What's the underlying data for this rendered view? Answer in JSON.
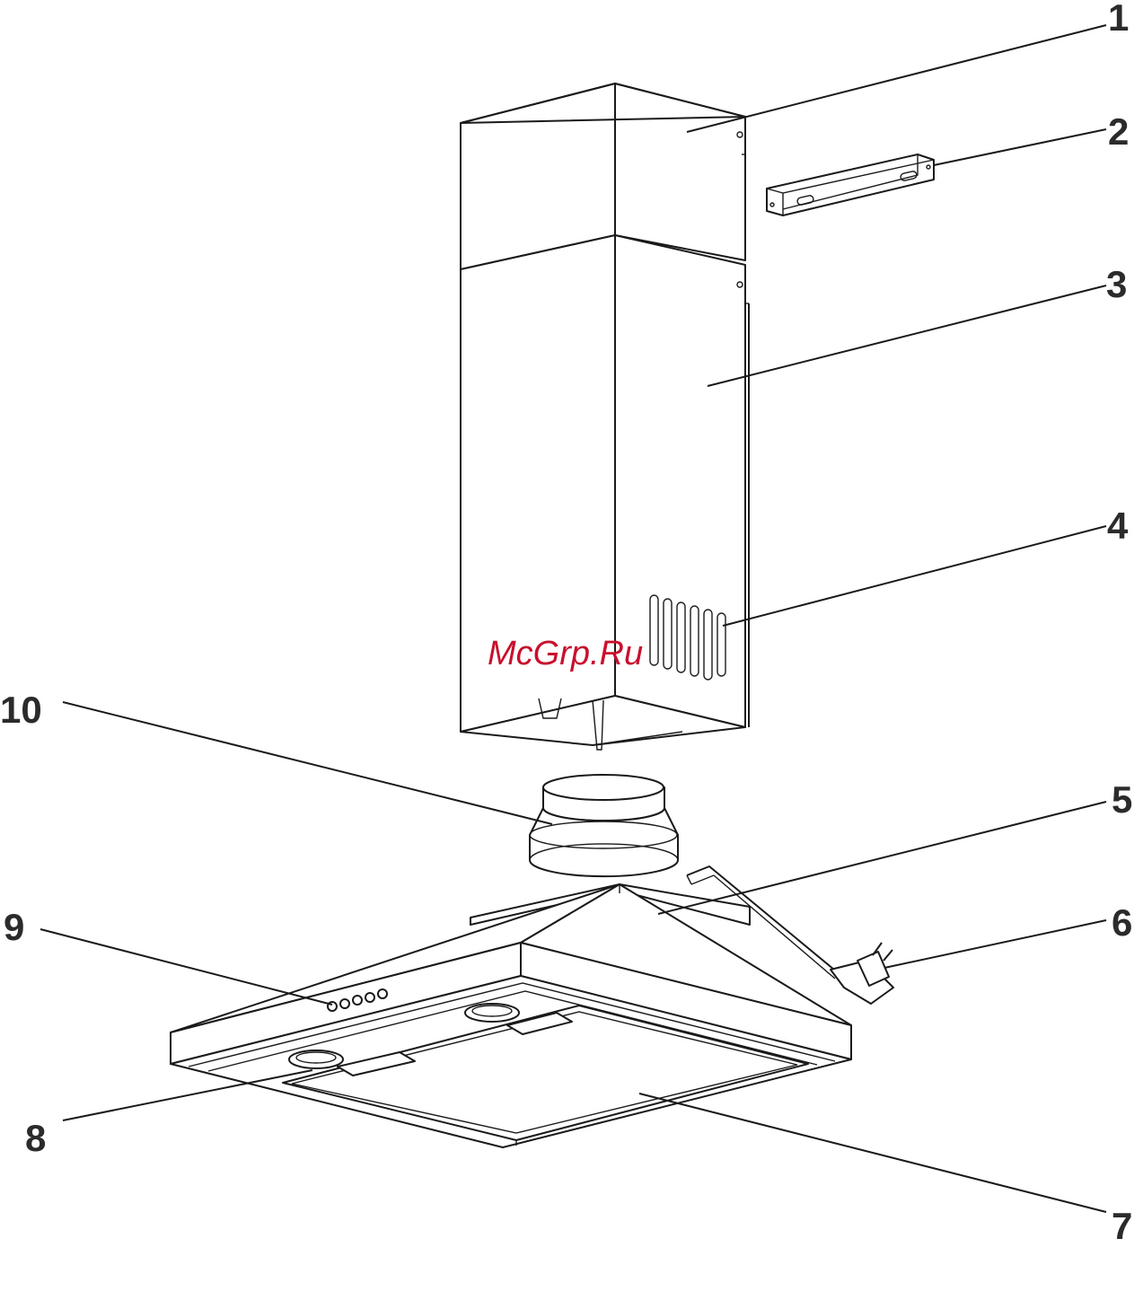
{
  "watermark": "McGrp.Ru",
  "callouts": [
    {
      "label": "1"
    },
    {
      "label": "2"
    },
    {
      "label": "3"
    },
    {
      "label": "4"
    },
    {
      "label": "5"
    },
    {
      "label": "6"
    },
    {
      "label": "7"
    },
    {
      "label": "8"
    },
    {
      "label": "9"
    },
    {
      "label": "10"
    }
  ]
}
